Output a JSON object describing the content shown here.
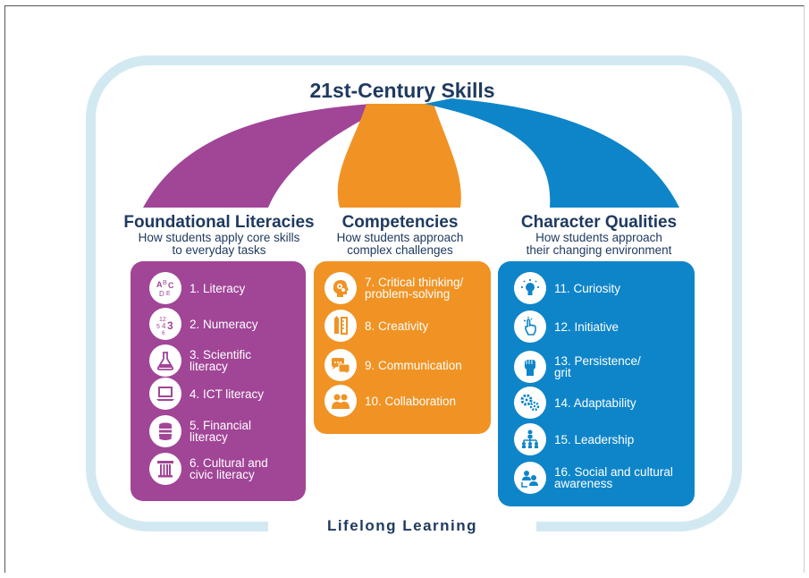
{
  "title": "21st-Century Skills",
  "footer": "Lifelong Learning",
  "colors": {
    "purple": "#a14597",
    "orange": "#f09324",
    "blue": "#0e85c9",
    "navy": "#1f3a60",
    "loop": "#d3e9f2"
  },
  "columns": [
    {
      "heading": "Foundational Literacies",
      "subtitle": "How students apply core skills\nto everyday tasks",
      "items": [
        {
          "label": "1. Literacy",
          "icon": "abc-letters-icon"
        },
        {
          "label": "2. Numeracy",
          "icon": "numbers-icon"
        },
        {
          "label": "3. Scientific\nliteracy",
          "icon": "flask-icon"
        },
        {
          "label": "4. ICT literacy",
          "icon": "laptop-icon"
        },
        {
          "label": "5. Financial\nliteracy",
          "icon": "coin-stack-icon"
        },
        {
          "label": "6. Cultural and\ncivic literacy",
          "icon": "column-icon"
        }
      ]
    },
    {
      "heading": "Competencies",
      "subtitle": "How students approach\ncomplex challenges",
      "items": [
        {
          "label": "7. Critical thinking/\nproblem-solving",
          "icon": "head-gears-icon"
        },
        {
          "label": "8. Creativity",
          "icon": "pencil-ruler-icon"
        },
        {
          "label": "9. Communication",
          "icon": "speech-bubbles-icon"
        },
        {
          "label": "10. Collaboration",
          "icon": "people-icon"
        }
      ]
    },
    {
      "heading": "Character Qualities",
      "subtitle": "How students approach\ntheir changing environment",
      "items": [
        {
          "label": "11. Curiosity",
          "icon": "lightbulb-icon"
        },
        {
          "label": "12. Initiative",
          "icon": "pointer-hand-icon"
        },
        {
          "label": "13. Persistence/\ngrit",
          "icon": "fist-icon"
        },
        {
          "label": "14. Adaptability",
          "icon": "gears-icon"
        },
        {
          "label": "15. Leadership",
          "icon": "org-chart-icon"
        },
        {
          "label": "16. Social and cultural\nawareness",
          "icon": "group-icon"
        }
      ]
    }
  ]
}
